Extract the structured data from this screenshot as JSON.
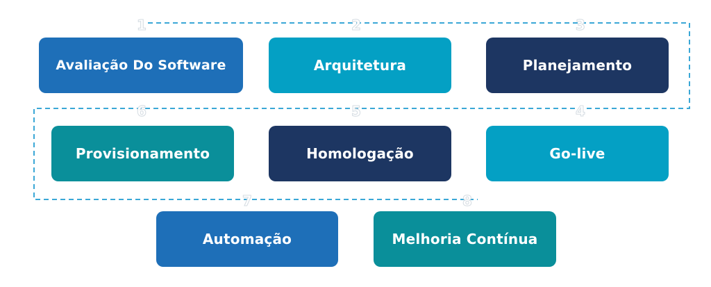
{
  "steps": [
    {
      "number": "1",
      "label": "Avaliação Do Software",
      "color": "#1e6fb8"
    },
    {
      "number": "2",
      "label": "Arquitetura",
      "color": "#04a0c4"
    },
    {
      "number": "3",
      "label": "Planejamento",
      "color": "#1d3662"
    },
    {
      "number": "4",
      "label": "Go-live",
      "color": "#04a0c4"
    },
    {
      "number": "5",
      "label": "Homologação",
      "color": "#1d3662"
    },
    {
      "number": "6",
      "label": "Provisionamento",
      "color": "#0a8f9a"
    },
    {
      "number": "7",
      "label": "Automação",
      "color": "#1e6fb8"
    },
    {
      "number": "8",
      "label": "Melhoria Contínua",
      "color": "#0a8f9a"
    }
  ],
  "connector_color": "#3aa7d6"
}
